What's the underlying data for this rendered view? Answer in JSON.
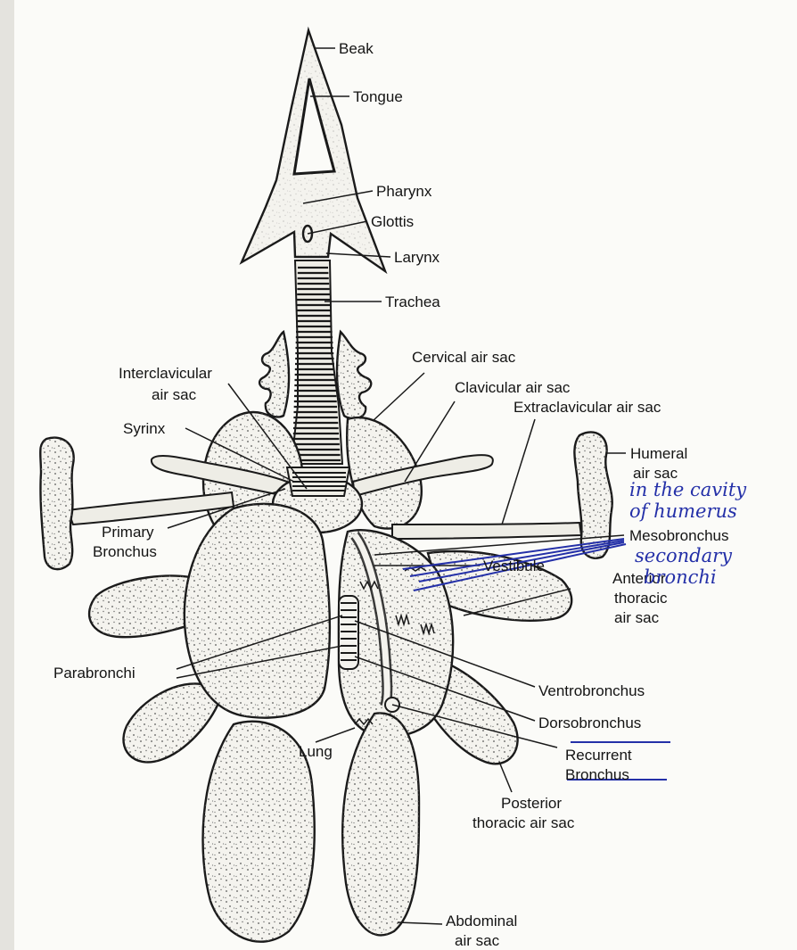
{
  "labels": {
    "beak": "Beak",
    "tongue": "Tongue",
    "pharynx": "Pharynx",
    "glottis": "Glottis",
    "larynx": "Larynx",
    "trachea": "Trachea",
    "cervical": "Cervical air sac",
    "interclavicular_1": "Interclavicular",
    "interclavicular_2": "air sac",
    "clavicular": "Clavicular air sac",
    "extraclavicular": "Extraclavicular air sac",
    "syrinx": "Syrinx",
    "humeral_1": "Humeral",
    "humeral_2": "air sac",
    "primary_1": "Primary",
    "primary_2": "Bronchus",
    "mesobronchus": "Mesobronchus",
    "vestibule": "Vestibule",
    "anterior_1": "Anterior",
    "anterior_2": "thoracic",
    "anterior_3": "air sac",
    "parabronchi": "Parabronchi",
    "ventrobronchus": "Ventrobronchus",
    "dorsobronchus": "Dorsobronchus",
    "lung": "Lung",
    "recurrent_1": "Recurrent",
    "recurrent_2": "Bronchus",
    "posterior_1": "Posterior",
    "posterior_2": "thoracic air sac",
    "abdominal_1": "Abdominal",
    "abdominal_2": "air sac"
  },
  "handwritten": {
    "humerus_1": "in the cavity",
    "humerus_2": "of humerus",
    "secondary_1": "secondary",
    "secondary_2": "bronchi"
  },
  "colors": {
    "ink": "#141414",
    "annotation_ink": "#2430a8",
    "paper": "#fbfbf8"
  }
}
